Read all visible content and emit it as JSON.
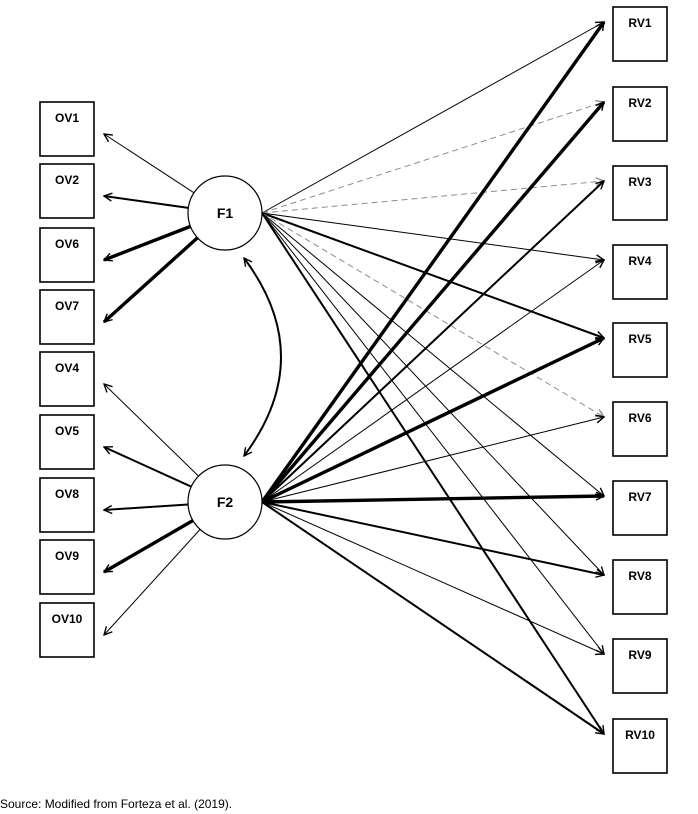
{
  "factors": [
    {
      "id": "F1",
      "label": "F1"
    },
    {
      "id": "F2",
      "label": "F2"
    }
  ],
  "observed_variables": [
    {
      "id": "OV1",
      "label": "OV1"
    },
    {
      "id": "OV2",
      "label": "OV2"
    },
    {
      "id": "OV6",
      "label": "OV6"
    },
    {
      "id": "OV7",
      "label": "OV7"
    },
    {
      "id": "OV4",
      "label": "OV4"
    },
    {
      "id": "OV5",
      "label": "OV5"
    },
    {
      "id": "OV8",
      "label": "OV8"
    },
    {
      "id": "OV9",
      "label": "OV9"
    },
    {
      "id": "OV10",
      "label": "OV10"
    }
  ],
  "response_variables": [
    {
      "id": "RV1",
      "label": "RV1"
    },
    {
      "id": "RV2",
      "label": "RV2"
    },
    {
      "id": "RV3",
      "label": "RV3"
    },
    {
      "id": "RV4",
      "label": "RV4"
    },
    {
      "id": "RV5",
      "label": "RV5"
    },
    {
      "id": "RV6",
      "label": "RV6"
    },
    {
      "id": "RV7",
      "label": "RV7"
    },
    {
      "id": "RV8",
      "label": "RV8"
    },
    {
      "id": "RV9",
      "label": "RV9"
    },
    {
      "id": "RV10",
      "label": "RV10"
    }
  ],
  "loadings": [
    {
      "from": "F1",
      "to": "OV1",
      "weight": "thin",
      "style": "solid"
    },
    {
      "from": "F1",
      "to": "OV2",
      "weight": "medium",
      "style": "solid"
    },
    {
      "from": "F1",
      "to": "OV6",
      "weight": "thick",
      "style": "solid"
    },
    {
      "from": "F1",
      "to": "OV7",
      "weight": "thick",
      "style": "solid"
    },
    {
      "from": "F2",
      "to": "OV4",
      "weight": "thin",
      "style": "solid"
    },
    {
      "from": "F2",
      "to": "OV5",
      "weight": "medium",
      "style": "solid"
    },
    {
      "from": "F2",
      "to": "OV8",
      "weight": "medium",
      "style": "solid"
    },
    {
      "from": "F2",
      "to": "OV9",
      "weight": "thick",
      "style": "solid"
    },
    {
      "from": "F2",
      "to": "OV10",
      "weight": "thin",
      "style": "solid"
    }
  ],
  "regression_paths": [
    {
      "from": "F1",
      "to": "RV1",
      "weight": "thin",
      "style": "solid"
    },
    {
      "from": "F1",
      "to": "RV2",
      "weight": "thin",
      "style": "dashed"
    },
    {
      "from": "F1",
      "to": "RV3",
      "weight": "thin",
      "style": "dashed"
    },
    {
      "from": "F1",
      "to": "RV4",
      "weight": "thin",
      "style": "solid"
    },
    {
      "from": "F1",
      "to": "RV5",
      "weight": "medium",
      "style": "solid"
    },
    {
      "from": "F1",
      "to": "RV6",
      "weight": "thin",
      "style": "dashed"
    },
    {
      "from": "F1",
      "to": "RV7",
      "weight": "thin",
      "style": "solid"
    },
    {
      "from": "F1",
      "to": "RV8",
      "weight": "thin",
      "style": "solid"
    },
    {
      "from": "F1",
      "to": "RV9",
      "weight": "thin",
      "style": "solid"
    },
    {
      "from": "F1",
      "to": "RV10",
      "weight": "medium",
      "style": "solid"
    },
    {
      "from": "F2",
      "to": "RV1",
      "weight": "thick",
      "style": "solid"
    },
    {
      "from": "F2",
      "to": "RV2",
      "weight": "thick",
      "style": "solid"
    },
    {
      "from": "F2",
      "to": "RV3",
      "weight": "medium",
      "style": "solid"
    },
    {
      "from": "F2",
      "to": "RV4",
      "weight": "thin",
      "style": "solid"
    },
    {
      "from": "F2",
      "to": "RV5",
      "weight": "thick",
      "style": "solid"
    },
    {
      "from": "F2",
      "to": "RV6",
      "weight": "thin",
      "style": "solid"
    },
    {
      "from": "F2",
      "to": "RV7",
      "weight": "thick",
      "style": "solid"
    },
    {
      "from": "F2",
      "to": "RV8",
      "weight": "medium",
      "style": "solid"
    },
    {
      "from": "F2",
      "to": "RV9",
      "weight": "thin",
      "style": "solid"
    },
    {
      "from": "F2",
      "to": "RV10",
      "weight": "medium",
      "style": "solid"
    }
  ],
  "correlation": {
    "between": [
      "F1",
      "F2"
    ],
    "weight": "medium",
    "style": "solid"
  },
  "colors": {
    "solid": "#000000",
    "dashed": "#8c8c8c"
  },
  "source_note": "Source: Modified from Forteza et al. (2019)."
}
